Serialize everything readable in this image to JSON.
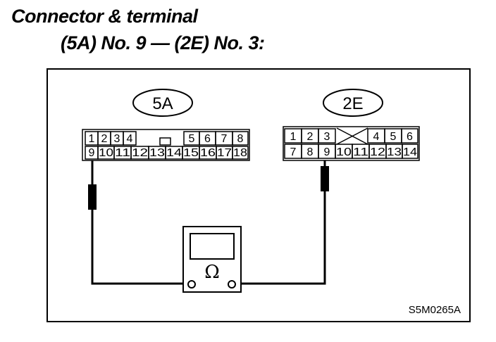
{
  "heading": {
    "title": "Connector & terminal",
    "subtitle": "(5A) No. 9 — (2E) No. 3:"
  },
  "connector_a": {
    "label": "5A",
    "top_row": [
      "1",
      "2",
      "3",
      "4",
      "",
      "",
      "5",
      "6",
      "7",
      "8"
    ],
    "bottom_row": [
      "9",
      "10",
      "11",
      "12",
      "13",
      "14",
      "15",
      "16",
      "17",
      "18"
    ]
  },
  "connector_b": {
    "label": "2E",
    "top_row": [
      "1",
      "2",
      "3",
      "",
      "",
      "4",
      "5",
      "6"
    ],
    "bottom_row": [
      "7",
      "8",
      "9",
      "10",
      "11",
      "12",
      "13",
      "14"
    ]
  },
  "meter": {
    "symbol": "Ω"
  },
  "figure_code": "S5M0265A",
  "colors": {
    "ink": "#000000",
    "background": "#ffffff"
  }
}
